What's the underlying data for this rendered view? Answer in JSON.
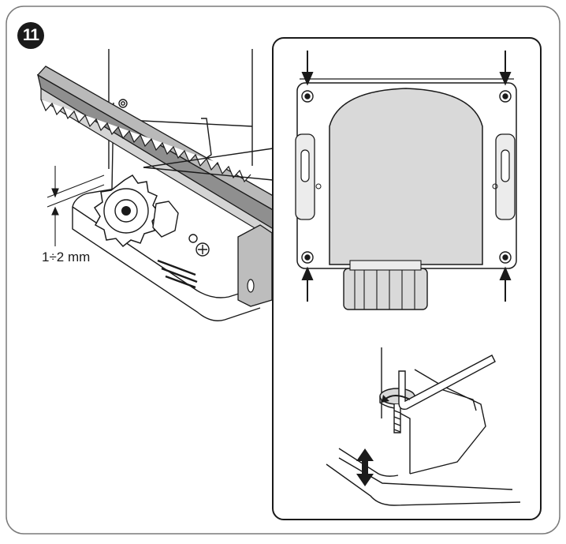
{
  "figure": {
    "step_number": "11",
    "gap_label": "1÷2 mm"
  },
  "colors": {
    "ink": "#1a1a1a",
    "rack_fill": "#a8a8a8",
    "motor_fill": "#d9d9d9",
    "panel_border": "#1a1a1a"
  },
  "icons": {
    "screw-icon": "circled screw head",
    "arrow-down-icon": "black arrow pointing down",
    "arrow-up-icon": "black arrow pointing up",
    "double-arrow-icon": "vertical adjustment arrow",
    "hex-key-icon": "allen key"
  }
}
